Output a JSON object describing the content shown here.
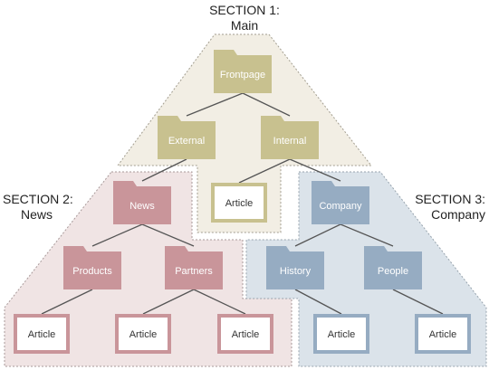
{
  "sections": [
    {
      "id": "main",
      "title": "SECTION 1:",
      "name": "Main",
      "fill": "#f2eee4",
      "border": "#a39e90"
    },
    {
      "id": "news",
      "title": "SECTION 2:",
      "name": "News",
      "fill": "#f0e4e4",
      "border": "#a89a9a"
    },
    {
      "id": "company",
      "title": "SECTION 3:",
      "name": "Company",
      "fill": "#dbe3ea",
      "border": "#97a3ad"
    }
  ],
  "colors": {
    "folder_main": "#c8c18f",
    "folder_news": "#c9959a",
    "folder_company": "#96acc2",
    "connector": "#555555",
    "folder_text": "#ffffff",
    "article_text": "#333333"
  },
  "folders": [
    {
      "key": "frontpage",
      "label": "Frontpage",
      "section": "main"
    },
    {
      "key": "external",
      "label": "External",
      "section": "main"
    },
    {
      "key": "internal",
      "label": "Internal",
      "section": "main"
    },
    {
      "key": "news",
      "label": "News",
      "section": "news"
    },
    {
      "key": "products",
      "label": "Products",
      "section": "news"
    },
    {
      "key": "partners",
      "label": "Partners",
      "section": "news"
    },
    {
      "key": "company",
      "label": "Company",
      "section": "company"
    },
    {
      "key": "history",
      "label": "History",
      "section": "company"
    },
    {
      "key": "people",
      "label": "People",
      "section": "company"
    }
  ],
  "articles": [
    {
      "key": "article-internal",
      "label": "Article",
      "section": "main"
    },
    {
      "key": "article-products",
      "label": "Article",
      "section": "news"
    },
    {
      "key": "article-partners-left",
      "label": "Article",
      "section": "news"
    },
    {
      "key": "article-partners-right",
      "label": "Article",
      "section": "news"
    },
    {
      "key": "article-history",
      "label": "Article",
      "section": "company"
    },
    {
      "key": "article-people",
      "label": "Article",
      "section": "company"
    }
  ]
}
